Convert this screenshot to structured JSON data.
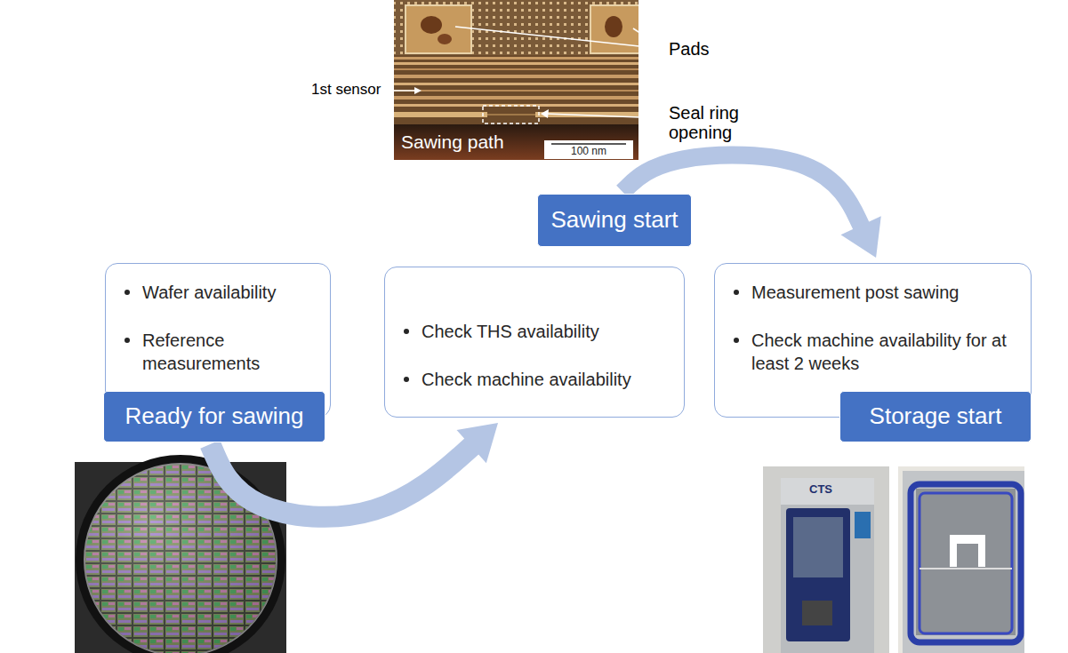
{
  "diagram": {
    "nodes": [
      {
        "text": [
          "Wafer availability",
          "Reference measurements",
          "Ready for sawing"
        ]
      },
      {
        "text": [
          "Sawing start",
          "Check THS availability",
          "Check machine availability"
        ]
      },
      {
        "text": [
          "Measurement post sawing",
          "Check machine availability for at least 2 weeks",
          "Storage start"
        ]
      }
    ],
    "edges": [
      {
        "from": 0,
        "to": 1,
        "arrow": "to"
      },
      {
        "from": 1,
        "to": 2,
        "arrow": "to"
      }
    ],
    "labels": [
      "Pads",
      "1st sensor",
      "Seal ring opening",
      "Sawing path",
      "100 nm",
      "CTS"
    ]
  }
}
